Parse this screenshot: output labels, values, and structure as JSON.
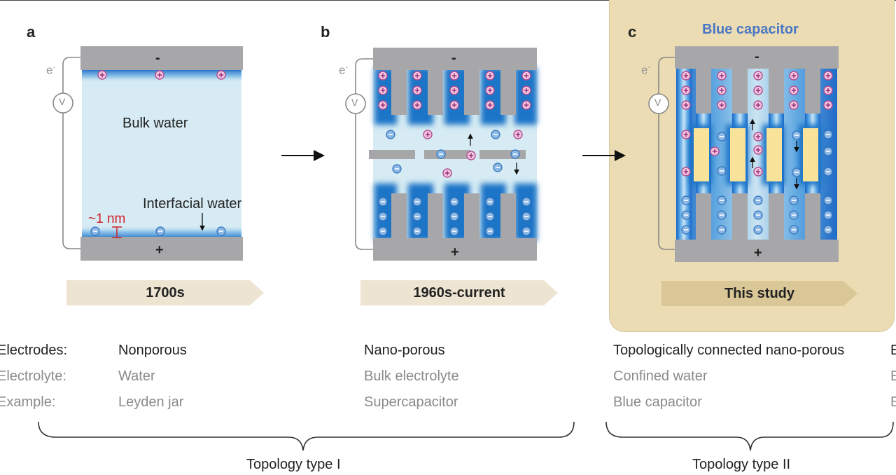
{
  "panels": {
    "a": {
      "letter": "a",
      "bulk_water_label": "Bulk water",
      "interfacial_label": "Interfacial water",
      "thickness_label": "~1 nm",
      "era_label": "1700s"
    },
    "b": {
      "letter": "b",
      "era_label": "1960s-current"
    },
    "c": {
      "letter": "c",
      "title": "Blue capacitor",
      "era_label": "This study"
    }
  },
  "circuit": {
    "electron_label": "e",
    "electron_superscript": "-",
    "voltmeter_label": "V",
    "negative_sign": "-",
    "positive_sign": "+"
  },
  "table": {
    "row_headers": [
      "Electrodes:",
      "Electrolyte:",
      "Example:"
    ],
    "col_a": [
      "Nonporous",
      "Water",
      "Leyden jar"
    ],
    "col_b": [
      "Nano-porous",
      "Bulk electrolyte",
      "Supercapacitor"
    ],
    "col_c": [
      "Topologically connected nano-porous",
      "Confined water",
      "Blue capacitor"
    ],
    "col_d_cut": [
      "E",
      "E",
      "E"
    ]
  },
  "braces": {
    "type_one": "Topology type I",
    "type_two": "Topology type II"
  },
  "colors": {
    "electrode_grey": "#a7a7a9",
    "water_light_blue": "#d6ebf3",
    "double_layer_blue": "#1b74c7",
    "pillar_yellow": "#f9e39a",
    "panel_c_background": "#ecdcb3",
    "banner_fill": "#ede4d2",
    "banner_fill_c": "#d9c798",
    "cation_magenta": "#c05a9e",
    "title_blue": "#4a77c4",
    "thickness_red": "#d0202a"
  },
  "icons": [
    "cation-icon",
    "anion-icon",
    "voltmeter-icon",
    "right-arrow-icon",
    "curly-brace-icon"
  ]
}
